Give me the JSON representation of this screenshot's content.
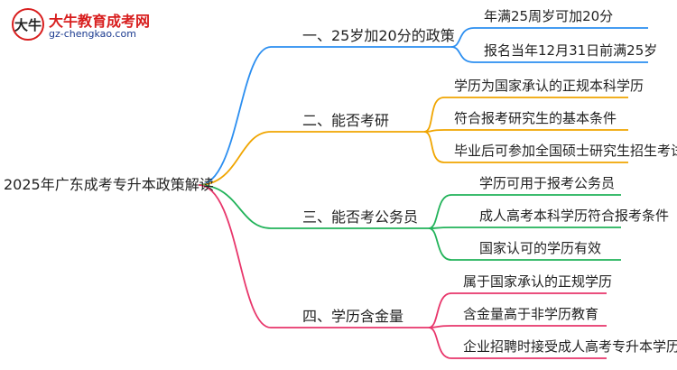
{
  "logo": {
    "title": "大牛教育成考网",
    "url": "gz-chengkao.com",
    "mark_text": "大牛"
  },
  "root": "2025年广东成考专升本政策解读",
  "branches": [
    {
      "label": "一、25岁加20分的政策",
      "color": "#2b8ef0",
      "leaves": [
        "年满25周岁可加20分",
        "报名当年12月31日前满25岁"
      ]
    },
    {
      "label": "二、能否考研",
      "color": "#f0a500",
      "leaves": [
        "学历为国家承认的正规本科学历",
        "符合报考研究生的基本条件",
        "毕业后可参加全国硕士研究生招生考试"
      ]
    },
    {
      "label": "三、能否考公务员",
      "color": "#22b35a",
      "leaves": [
        "学历可用于报考公务员",
        "成人高考本科学历符合报考条件",
        "国家认可的学历有效"
      ]
    },
    {
      "label": "四、学历含金量",
      "color": "#e8366b",
      "leaves": [
        "属于国家承认的正规学历",
        "含金量高于非学历教育",
        "企业招聘时接受成人高考专升本学历"
      ]
    }
  ]
}
